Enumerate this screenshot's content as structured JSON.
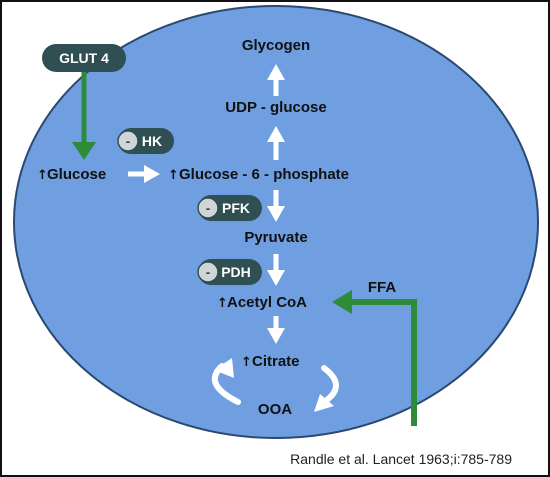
{
  "labels": {
    "glycogen": "Glycogen",
    "udp_glucose": "UDP - glucose",
    "glucose": "Glucose",
    "glucose6p": "Glucose - 6 - phosphate",
    "pyruvate": "Pyruvate",
    "acetyl_coa": "Acetyl CoA",
    "citrate": "Citrate",
    "ooa": "OOA",
    "ffa": "FFA"
  },
  "increase_marker": "↑",
  "pills": {
    "glut4": "GLUT 4",
    "hk": "HK",
    "pfk": "PFK",
    "pdh": "PDH"
  },
  "inhibition_sign": "-",
  "citation": "Randle et al. Lancet 1963;i:785-789",
  "colors": {
    "cell_fill": "#6f9fe0",
    "cell_stroke": "#2a4870",
    "pill": "#2f4f52",
    "green_arrow": "#2e8b3a",
    "white_arrow": "#ffffff"
  }
}
